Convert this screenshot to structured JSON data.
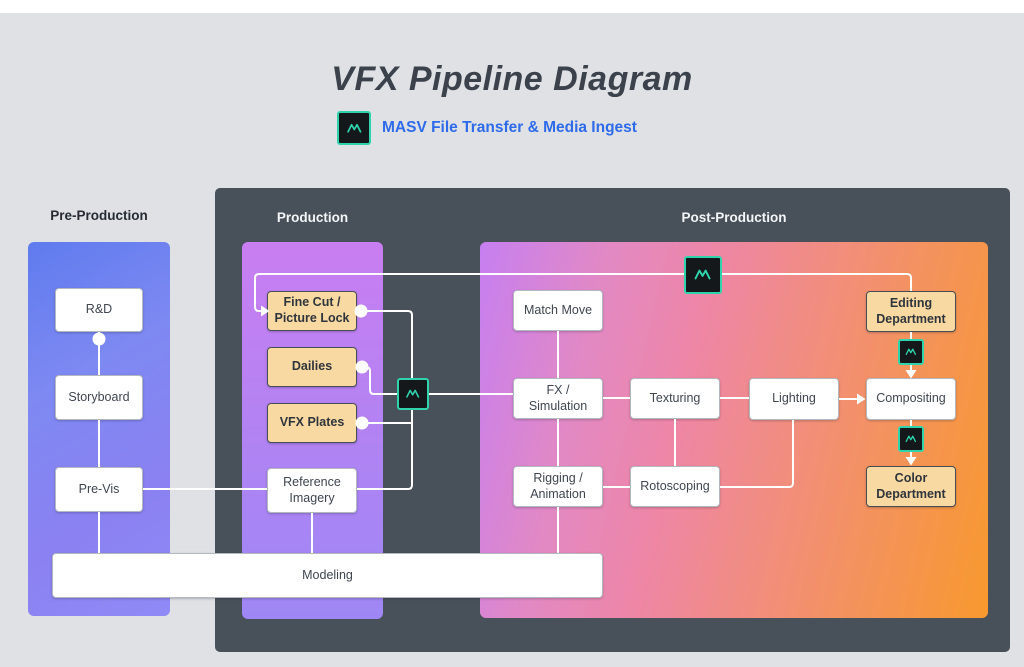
{
  "header": {
    "title": "VFX Pipeline Diagram",
    "subtitle": "MASV File Transfer & Media Ingest"
  },
  "sections": {
    "pre": {
      "label": "Pre-Production"
    },
    "prod": {
      "label": "Production"
    },
    "post": {
      "label": "Post-Production"
    }
  },
  "boxes": {
    "rnd": "R&D",
    "storyboard": "Storyboard",
    "previs": "Pre-Vis",
    "finecut": "Fine Cut / Picture Lock",
    "dailies": "Dailies",
    "vfxplates": "VFX Plates",
    "reference": "Reference Imagery",
    "matchmove": "Match Move",
    "fxsim": "FX / Simulation",
    "texturing": "Texturing",
    "lighting": "Lighting",
    "rigging": "Rigging / Animation",
    "rotoscoping": "Rotoscoping",
    "editing": "Editing Department",
    "compositing": "Compositing",
    "colordept": "Color Department",
    "modeling": "Modeling"
  },
  "icons": {
    "masv_logo": "masv-m-zigzag"
  },
  "colors": {
    "page_background": "#dfe1e5",
    "container_dark": "#485059",
    "masv_teal": "#2fd3ac",
    "masv_icon_bg": "#14181b",
    "subtitle_blue": "#2e6be9",
    "highlight_box_fill": "#f9d9a2",
    "plain_box_fill": "#ffffff",
    "pre_gradient": [
      "#5f7bee",
      "#8f8af6"
    ],
    "prod_gradient": [
      "#c97ef1",
      "#9e87f4"
    ],
    "post_gradient": [
      "#c67ff1",
      "#ee86a6",
      "#f8992e"
    ],
    "connector": "#ffffff"
  }
}
